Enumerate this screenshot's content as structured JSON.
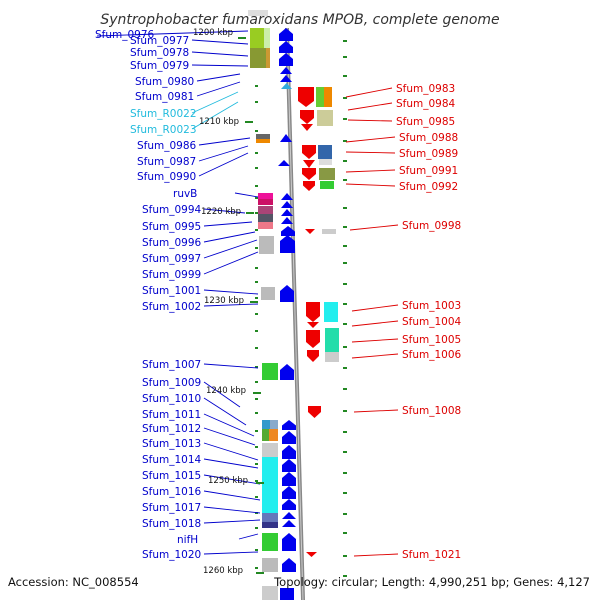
{
  "title": "Syntrophobacter fumaroxidans MPOB, complete genome",
  "footer": {
    "accession": "Accession: NC_008554",
    "topology": "Topology: circular; Length: 4,990,251 bp; Genes: 4,127"
  },
  "colors": {
    "left_label": "#0000cc",
    "rna_label": "#22bbdd",
    "right_label": "#dd0000",
    "forward_gene": "#0000ee",
    "reverse_gene": "#ee0000",
    "backbone": "#888888",
    "tick": "#228822"
  },
  "scale_marks": [
    "1200 kbp",
    "1210 kbp",
    "1220 kbp",
    "1230 kbp",
    "1240 kbp",
    "1250 kbp",
    "1260 kbp"
  ],
  "left_labels": [
    "Sfum_0976",
    "Sfum_0977",
    "Sfum_0978",
    "Sfum_0979",
    "Sfum_0980",
    "Sfum_0981",
    "Sfum_R0022",
    "Sfum_R0023",
    "Sfum_0986",
    "Sfum_0987",
    "Sfum_0990",
    "ruvB",
    "Sfum_0994",
    "Sfum_0995",
    "Sfum_0996",
    "Sfum_0997",
    "Sfum_0999",
    "Sfum_1001",
    "Sfum_1002",
    "Sfum_1007",
    "Sfum_1009",
    "Sfum_1010",
    "Sfum_1011",
    "Sfum_1012",
    "Sfum_1013",
    "Sfum_1014",
    "Sfum_1015",
    "Sfum_1016",
    "Sfum_1017",
    "Sfum_1018",
    "nifH",
    "Sfum_1020"
  ],
  "right_labels": [
    "Sfum_0983",
    "Sfum_0984",
    "Sfum_0985",
    "Sfum_0988",
    "Sfum_0989",
    "Sfum_0991",
    "Sfum_0992",
    "Sfum_0998",
    "Sfum_1003",
    "Sfum_1004",
    "Sfum_1005",
    "Sfum_1006",
    "Sfum_1008",
    "Sfum_1021"
  ]
}
